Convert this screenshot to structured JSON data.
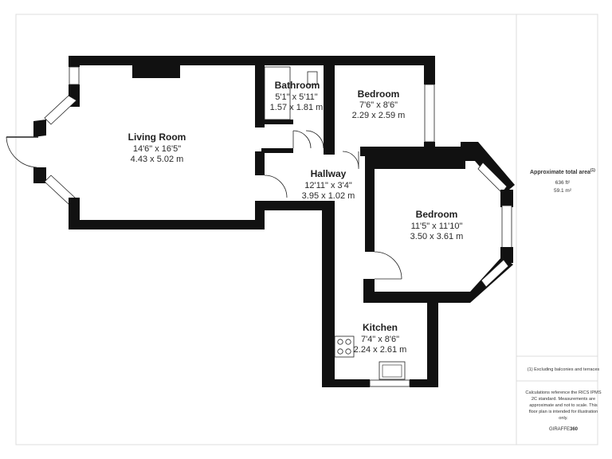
{
  "rooms": [
    {
      "name": "Living Room",
      "imperial": "14'6\" x 16'5\"",
      "metric": "4.43 x 5.02 m"
    },
    {
      "name": "Bathroom",
      "imperial": "5'1\" x 5'11\"",
      "metric": "1.57 x 1.81 m"
    },
    {
      "name": "Bedroom",
      "imperial": "7'6\" x 8'6\"",
      "metric": "2.29 x 2.59 m"
    },
    {
      "name": "Hallway",
      "imperial": "12'11\" x 3'4\"",
      "metric": "3.95 x 1.02 m"
    },
    {
      "name": "Bedroom",
      "imperial": "11'5\" x 11'10\"",
      "metric": "3.50 x 3.61 m"
    },
    {
      "name": "Kitchen",
      "imperial": "7'4\" x 8'6\"",
      "metric": "2.24 x 2.61 m"
    }
  ],
  "sidebar": {
    "area_title": "Approximate total area",
    "area_note_marker": "(1)",
    "area_sqft": "636 ft²",
    "area_sqm": "59.1 m²",
    "footnote": "(1) Excluding balconies and terraces",
    "disclaimer_lines": [
      "Calculations reference the RICS IPMS",
      "2C standard. Measurements are",
      "approximate and not to scale. This",
      "floor plan is intended for illustration",
      "only."
    ],
    "brand_prefix": "GIRAFFE",
    "brand_suffix": "360"
  },
  "colors": {
    "wall": "#111111",
    "divider": "#dcdcdc",
    "background": "#ffffff"
  }
}
